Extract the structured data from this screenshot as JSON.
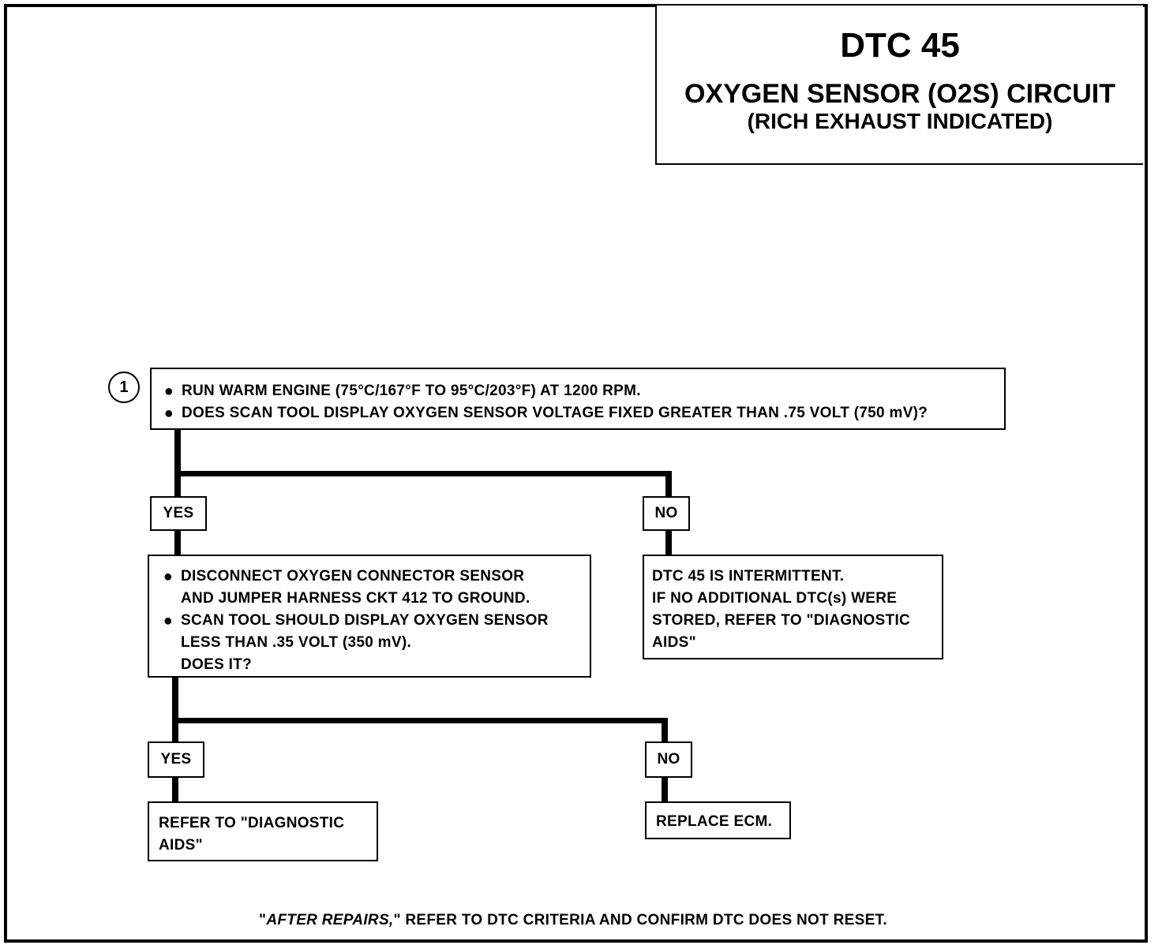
{
  "header": {
    "title": "DTC 45",
    "subtitle": "OXYGEN SENSOR (O2S) CIRCUIT",
    "subtitle2": "(RICH EXHAUST INDICATED)"
  },
  "step1": {
    "number": "1",
    "bullets": [
      "RUN WARM ENGINE (75°C/167°F TO 95°C/203°F) AT 1200 RPM.",
      "DOES SCAN TOOL DISPLAY OXYGEN SENSOR  VOLTAGE  FIXED GREATER THAN .75 VOLT  (750 mV)?"
    ]
  },
  "branch1": {
    "yes_label": "YES",
    "no_label": "NO",
    "yes_bullets": [
      "DISCONNECT OXYGEN CONNECTOR SENSOR\nAND JUMPER HARNESS CKT 412 TO GROUND.",
      "SCAN TOOL SHOULD DISPLAY OXYGEN SENSOR\nLESS THAN .35 VOLT  (350 mV).\nDOES IT?"
    ],
    "no_text": "DTC 45 IS INTERMITTENT.\nIF NO ADDITIONAL DTC(s) WERE\nSTORED, REFER TO \"DIAGNOSTIC\nAIDS\""
  },
  "branch2": {
    "yes_label": "YES",
    "no_label": "NO",
    "yes_text": "REFER TO \"DIAGNOSTIC\nAIDS\"",
    "no_text": "REPLACE ECM."
  },
  "footer": {
    "quote_open": "\"",
    "emphasis": "AFTER REPAIRS,",
    "rest": "\" REFER TO DTC CRITERIA AND CONFIRM DTC DOES NOT RESET."
  }
}
